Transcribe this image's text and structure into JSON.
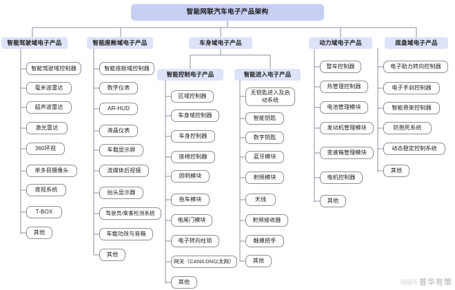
{
  "root": {
    "label": "智能网联汽车电子产品架构"
  },
  "watermark": {
    "logo": "网易号",
    "text": "普华有策"
  },
  "colors": {
    "root_fill": "#c7cff3",
    "domain_fill": "#dde3f8",
    "leaf_fill": "#ffffff",
    "leaf_border": "#8d8d8d",
    "wire": "#8b8fa3"
  },
  "domains": [
    {
      "id": "adas",
      "label": "智能驾驶域电子产品",
      "items": [
        "智能驾驶域控制器",
        "毫米波雷达",
        "超声波雷达",
        "激光雷达",
        "360环视",
        "单多目摄像头",
        "夜视系统",
        "T-BOX",
        "其他"
      ]
    },
    {
      "id": "cockpit",
      "label": "智能座舱域电子产品",
      "items": [
        "智能座舱域控制器",
        "数字仪表",
        "AR-HUD",
        "液晶仪表",
        "车载显示屏",
        "流媒体后视镜",
        "抬头显示器",
        "驾驶员/乘客检测系统",
        "车载功效与音箱",
        "其他"
      ]
    },
    {
      "id": "body",
      "label": "车身域电子产品",
      "subgroups": [
        {
          "id": "smart-control",
          "label": "智能控制电子产品",
          "items": [
            "区域控制器",
            "车身域控制器",
            "车身控制器",
            "座椅控制器",
            "照明模块",
            "拖车模块",
            "电尾门模块",
            "电子转向柱锁",
            "网关（CAN/LDN以太网）",
            "其他"
          ]
        },
        {
          "id": "smart-entry",
          "label": "智能进入电子产品",
          "items": [
            "无钥匙进入及启动系统",
            "智能钥匙",
            "数字钥匙",
            "蓝牙模块",
            "射频模块",
            "天线",
            "射频接收器",
            "触摸把手",
            "其他"
          ]
        }
      ]
    },
    {
      "id": "powertrain",
      "label": "动力域电子产品",
      "items": [
        "整车控制器",
        "热管理控制器",
        "电池管理模块",
        "发动机管理模块",
        "变速箱管理模块",
        "电机控制器",
        "其他"
      ]
    },
    {
      "id": "chassis",
      "label": "底盘域电子产品",
      "items": [
        "电子助力转向控制器",
        "电子手刹控制器",
        "智能悬架控制器",
        "防抱死系统",
        "动态稳定控制系统",
        "其他"
      ]
    }
  ]
}
